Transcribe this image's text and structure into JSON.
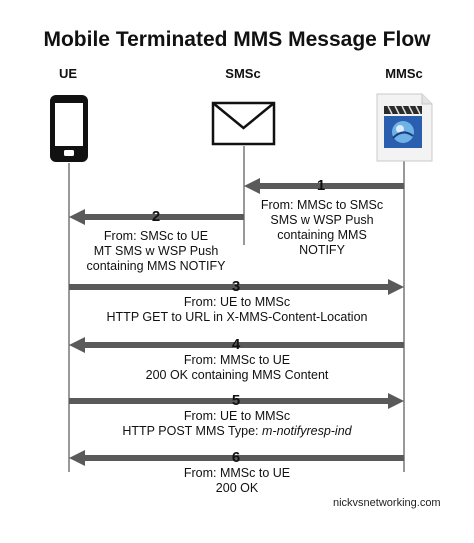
{
  "title": "Mobile Terminated MMS Message Flow",
  "actors": {
    "ue": "UE",
    "smsc": "SMSc",
    "mmsc": "MMSc"
  },
  "steps": [
    {
      "num": "1",
      "lines": [
        "From: MMSc to SMSc",
        "SMS w WSP Push",
        "containing MMS",
        "NOTIFY"
      ]
    },
    {
      "num": "2",
      "lines": [
        "From: SMSc to UE",
        "MT SMS w WSP Push",
        "containing MMS NOTIFY"
      ]
    },
    {
      "num": "3",
      "lines": [
        "From: UE to MMSc",
        "HTTP GET to URL in X-MMS-Content-Location"
      ]
    },
    {
      "num": "4",
      "lines": [
        "From: MMSc to UE",
        "200 OK containing MMS Content"
      ]
    },
    {
      "num": "5",
      "lines": [
        "From: UE to MMSc",
        "HTTP POST MMS Type: ",
        "m-notifyresp-ind"
      ]
    },
    {
      "num": "6",
      "lines": [
        "From: MMSc to UE",
        "200 OK"
      ]
    }
  ],
  "footer": "nickvsnetworking.com",
  "colors": {
    "arrow": "#5a5a5a",
    "phone": "#111111",
    "line": "#333333"
  },
  "icons": {
    "ue": "mobile-phone-icon",
    "smsc": "envelope-icon",
    "mmsc": "media-file-icon"
  }
}
